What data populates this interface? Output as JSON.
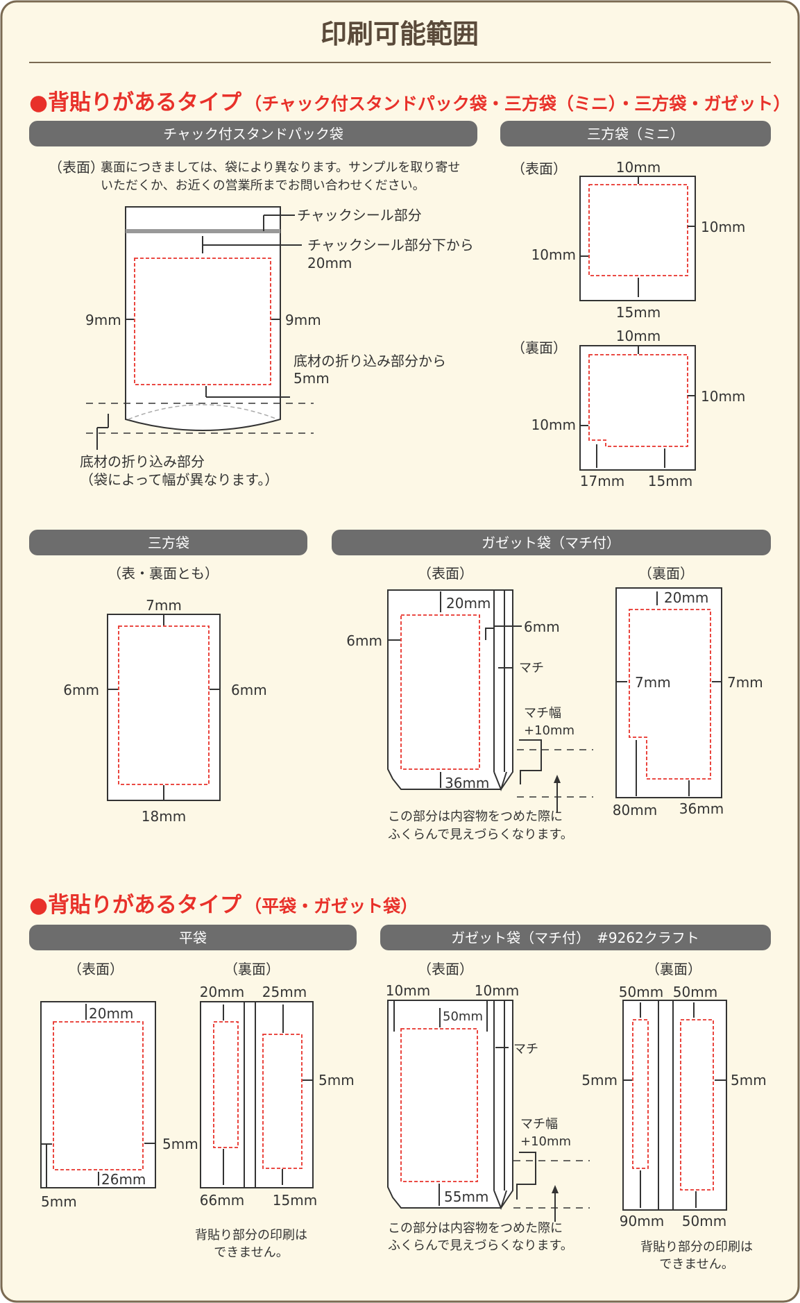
{
  "title": "印刷可能範囲",
  "section1": {
    "bullet": "●",
    "heading": "背貼りがあるタイプ",
    "sub": "（チャック付スタンドパック袋・三方袋（ミニ）・三方袋・ガゼット）"
  },
  "standpack": {
    "bar_label": "チャック付スタンドパック袋",
    "front_label": "（表面）",
    "note_line1": "裏面につきましては、袋により異なります。サンプルを取り寄せ",
    "note_line2": "いただくか、お近くの営業所までお問い合わせください。",
    "chuck_seal": "チャックシール部分",
    "from_seal_line1": "チャックシール部分下から",
    "from_seal_line2": "20mm",
    "left": "9mm",
    "right": "9mm",
    "from_fold_line1": "底材の折り込み部分から",
    "from_fold_line2": "5mm",
    "fold_line1": "底材の折り込み部分",
    "fold_line2": "（袋によって幅が異なります。）"
  },
  "mini": {
    "bar_label": "三方袋（ミニ）",
    "front_label": "（表面）",
    "front_top": "10mm",
    "front_right": "10mm",
    "front_left": "10mm",
    "front_bottom": "15mm",
    "back_label": "（裏面）",
    "back_top": "10mm",
    "back_right": "10mm",
    "back_left": "10mm",
    "back_bottom_left": "17mm",
    "back_bottom_right": "15mm"
  },
  "sanpo": {
    "bar_label": "三方袋",
    "both_label": "（表・裏面とも）",
    "top": "7mm",
    "left": "6mm",
    "right": "6mm",
    "bottom": "18mm"
  },
  "gusset1": {
    "bar_label": "ガゼット袋（マチ付）",
    "front_label": "（表面）",
    "top": "20mm",
    "left": "6mm",
    "gusset_side": "6mm",
    "machi": "マチ",
    "machi_width_line1": "マチ幅",
    "machi_width_line2": "+10mm",
    "bottom": "36mm",
    "note_line1": "この部分は内容物をつめた際に",
    "note_line2": "ふくらんで見えづらくなります。",
    "back_label": "（裏面）",
    "back_top": "20mm",
    "back_left": "7mm",
    "back_right": "7mm",
    "back_bottom_left": "80mm",
    "back_bottom_right": "36mm"
  },
  "section2": {
    "bullet": "●",
    "heading": "背貼りがあるタイプ",
    "sub": "（平袋・ガゼット袋）"
  },
  "hira": {
    "bar_label": "平袋",
    "front_label": "（表面）",
    "front_top": "20mm",
    "front_right": "5mm",
    "front_bottom": "26mm",
    "front_left": "5mm",
    "back_label": "（裏面）",
    "back_top_left": "20mm",
    "back_top_right": "25mm",
    "back_right": "5mm",
    "back_bottom_left": "66mm",
    "back_bottom_right": "15mm",
    "note_line1": "背貼り部分の印刷は",
    "note_line2": "できません。"
  },
  "gusset2": {
    "bar_label": "ガゼット袋（マチ付）　#9262クラフト",
    "front_label": "（表面）",
    "top_left": "10mm",
    "top_right": "10mm",
    "top_inner": "50mm",
    "machi": "マチ",
    "machi_width_line1": "マチ幅",
    "machi_width_line2": "+10mm",
    "bottom": "55mm",
    "note_line1": "この部分は内容物をつめた際に",
    "note_line2": "ふくらんで見えづらくなります。",
    "back_label": "（裏面）",
    "back_top_left": "50mm",
    "back_top_right": "50mm",
    "back_left": "5mm",
    "back_right": "5mm",
    "back_bottom_left": "90mm",
    "back_bottom_right": "50mm",
    "back_note_line1": "背貼り部分の印刷は",
    "back_note_line2": "できません。"
  },
  "colors": {
    "accent": "#e8312a",
    "bar": "#6d6d6d",
    "frame": "#7a6a52",
    "background": "#fdf8e6"
  }
}
